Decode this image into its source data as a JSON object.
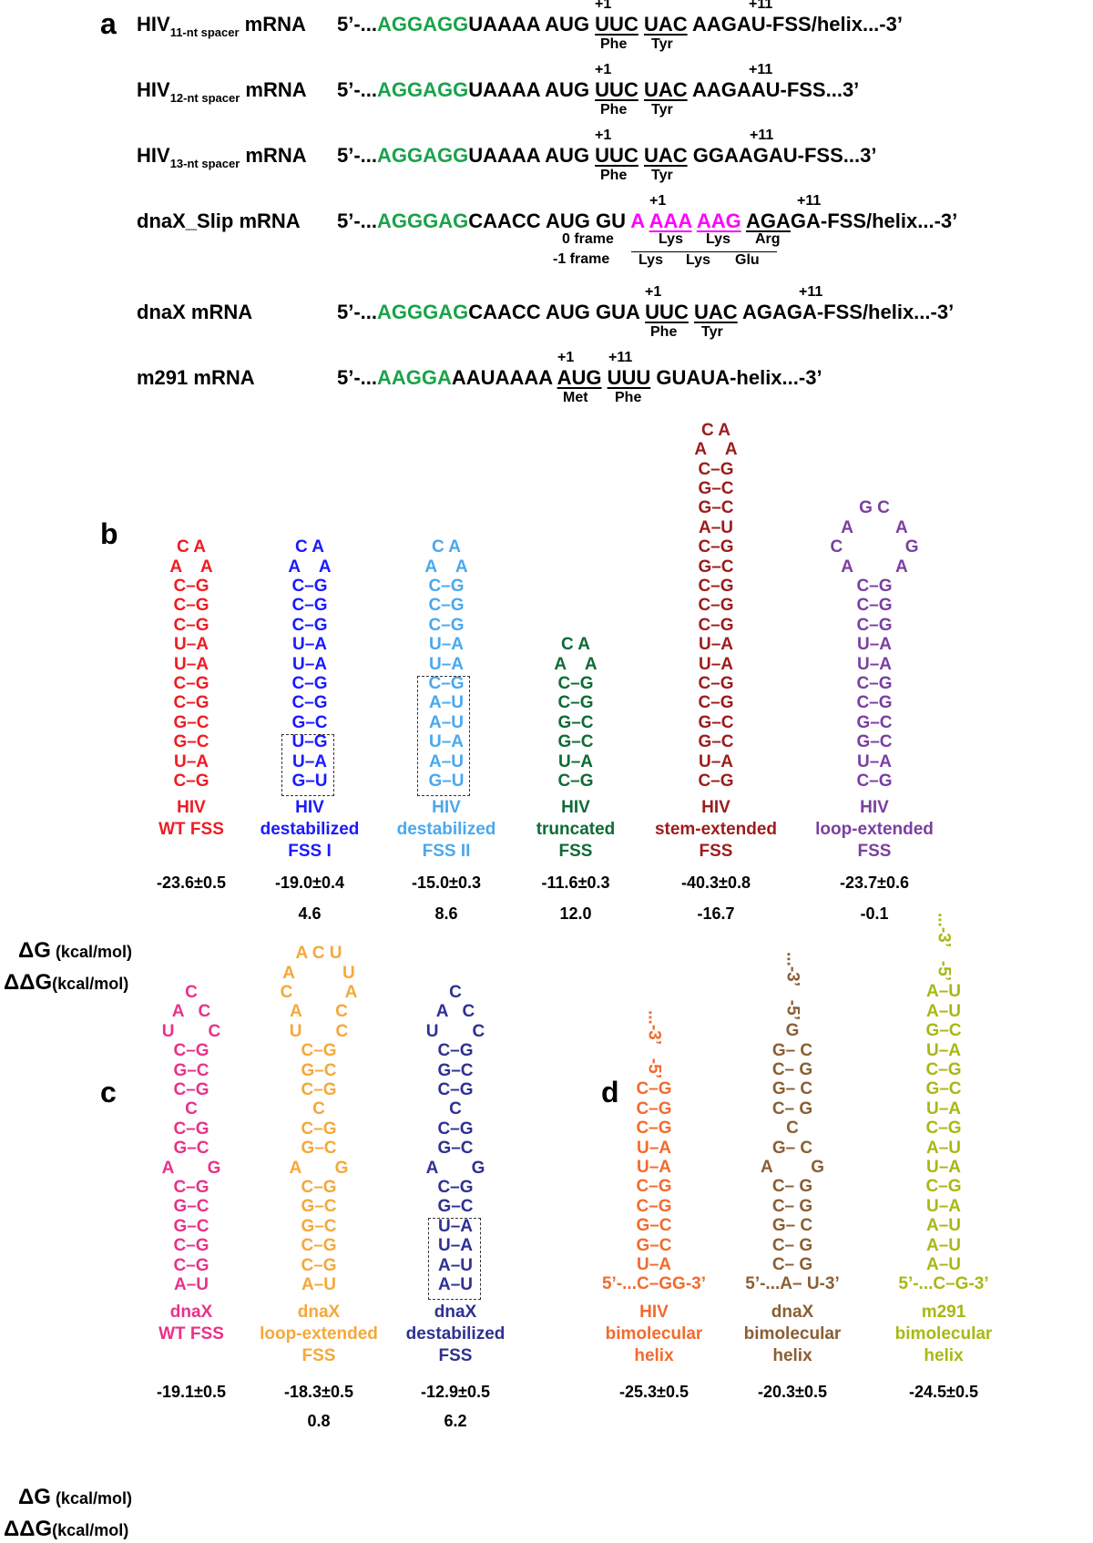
{
  "panel_a": {
    "label": "a",
    "rows": [
      {
        "name": "HIV",
        "sub": "11-nt spacer",
        "suffix": " mRNA",
        "sd": "AGGAGG",
        "spacer": "UAAAA AUG",
        "c1": "UUC",
        "c2": "UAC",
        "tail": "AAGAU-FSS/helix...-3’",
        "aa1": "Phe",
        "aa2": "Tyr",
        "p1": "+1",
        "p11": "+11"
      },
      {
        "name": "HIV",
        "sub": "12-nt spacer",
        "suffix": " mRNA",
        "sd": "AGGAGG",
        "spacer": "UAAAA AUG",
        "c1": "UUC",
        "c2": "UAC",
        "tail": "AAGAAU-FSS...3’",
        "aa1": "Phe",
        "aa2": "Tyr",
        "p1": "+1",
        "p11": "+11"
      },
      {
        "name": "HIV",
        "sub": "13-nt spacer",
        "suffix": " mRNA",
        "sd": "AGGAGG",
        "spacer": "UAAAA AUG",
        "c1": "UUC",
        "c2": "UAC",
        "tail": "GGAAGAU-FSS...3’",
        "aa1": "Phe",
        "aa2": "Tyr",
        "p1": "+1",
        "p11": "+11"
      },
      {
        "name": "dnaX_Slip",
        "suffix": " mRNA",
        "sd": "AGGGAG",
        "spacer": "CAACC AUG GU",
        "slip1": "A",
        "slip2": "AAA",
        "slip3": "AAG",
        "c3": "AGA",
        "tail": "GA-FSS/helix...-3’",
        "frame0": "0 frame",
        "frame1": "-1 frame",
        "aa0": [
          "Lys",
          "Lys",
          "Arg"
        ],
        "aa1m": [
          "Lys",
          "Lys",
          "Glu"
        ],
        "p1": "+1",
        "p11": "+11"
      },
      {
        "name": "dnaX",
        "suffix": " mRNA",
        "sd": "AGGGAG",
        "spacer": "CAACC AUG GUA",
        "c1": "UUC",
        "c2": "UAC",
        "tail": "AGAGA-FSS/helix...-3’",
        "aa1": "Phe",
        "aa2": "Tyr",
        "p1": "+1",
        "p11": "+11"
      },
      {
        "name": "m291",
        "suffix": " mRNA",
        "sd": "AAGGA",
        "spacer": "AAUAAAA",
        "c1": "AUG",
        "c2": "UUU",
        "tail": "GUAUA-helix...-3’",
        "aa1": "Met",
        "aa2": "Phe",
        "p1": "+1",
        "p11": "+11"
      }
    ],
    "prefix": "5’-...",
    "colors": {
      "sd": "#1aa34a",
      "slip": "#ff00ff"
    }
  },
  "panel_b": {
    "label": "b",
    "dG_label": "ΔG",
    "ddG_label": "ΔΔG",
    "unit": "(kcal/mol)",
    "structures": [
      {
        "color": "#ee1c24",
        "loop": [
          "C A",
          "A    A"
        ],
        "pairs": [
          "C–G",
          "C–G",
          "C–G",
          "U–A",
          "U–A",
          "C–G",
          "C–G",
          "G–C",
          "G–C",
          "U–A",
          "C–G"
        ],
        "caption": [
          "HIV",
          "WT FSS"
        ],
        "dG": "-23.6±0.5",
        "ddG": ""
      },
      {
        "color": "#1a1aff",
        "loop": [
          "C A",
          "A    A"
        ],
        "pairs": [
          "C–G",
          "C–G",
          "C–G",
          "U–A",
          "U–A",
          "C–G",
          "C–G",
          "G–C",
          "U–G",
          "U–A",
          "G–U"
        ],
        "caption": [
          "HIV",
          "destabilized",
          "FSS I"
        ],
        "dG": "-19.0±0.4",
        "ddG": "4.6"
      },
      {
        "color": "#4aa8ee",
        "loop": [
          "C A",
          "A    A"
        ],
        "pairs": [
          "C–G",
          "C–G",
          "C–G",
          "U–A",
          "U–A",
          "C–G",
          "A–U",
          "A–U",
          "U–A",
          "A–U",
          "G–U"
        ],
        "caption": [
          "HIV",
          "destabilized",
          "FSS II"
        ],
        "dG": "-15.0±0.3",
        "ddG": "8.6"
      },
      {
        "color": "#0e6b36",
        "loop": [
          "C A",
          "A    A"
        ],
        "pairs": [
          "C–G",
          "C–G",
          "G–C",
          "G–C",
          "U–A",
          "C–G"
        ],
        "caption": [
          "HIV",
          "truncated",
          "FSS"
        ],
        "dG": "-11.6±0.3",
        "ddG": "12.0"
      },
      {
        "color": "#9c1c1c",
        "loop": [
          "C A",
          "A    A"
        ],
        "pairs": [
          "C–G",
          "G–C",
          "G–C",
          "A–U",
          "C–G",
          "G–C",
          "C–G",
          "C–G",
          "C–G",
          "U–A",
          "U–A",
          "C–G",
          "C–G",
          "G–C",
          "G–C",
          "U–A",
          "C–G"
        ],
        "caption": [
          "HIV",
          "stem-extended",
          "FSS"
        ],
        "dG": "-40.3±0.8",
        "ddG": "-16.7"
      },
      {
        "color": "#7b3fa0",
        "loop": [
          "G C",
          "A         A",
          "C             G",
          "A         A"
        ],
        "pairs": [
          "C–G",
          "C–G",
          "C–G",
          "U–A",
          "U–A",
          "C–G",
          "C–G",
          "G–C",
          "G–C",
          "U–A",
          "C–G"
        ],
        "caption": [
          "HIV",
          "loop-extended",
          "FSS"
        ],
        "dG": "-23.7±0.6",
        "ddG": "-0.1"
      }
    ]
  },
  "panel_c": {
    "label": "c",
    "dG_label": "ΔG",
    "ddG_label": "ΔΔG",
    "unit": "(kcal/mol)",
    "structures": [
      {
        "color": "#e8328a",
        "caption": [
          "dnaX",
          "WT FSS"
        ],
        "dG": "-19.1±0.5",
        "ddG": "",
        "lines": [
          "C",
          "A   C",
          "U       C",
          "C–G",
          "G–C",
          "C–G",
          "C",
          "C–G",
          "G–C",
          "A       G",
          "C–G",
          "G–C",
          "G–C",
          "C–G",
          "C–G",
          "A–U"
        ]
      },
      {
        "color": "#f5a83a",
        "caption": [
          "dnaX",
          "loop-extended",
          "FSS"
        ],
        "dG": "-18.3±0.5",
        "ddG": "0.8",
        "lines": [
          "A C U",
          "A          U",
          "C           A",
          "A       C",
          "U       C",
          "C–G",
          "G–C",
          "C–G",
          "C",
          "C–G",
          "G–C",
          "A       G",
          "C–G",
          "G–C",
          "G–C",
          "C–G",
          "C–G",
          "A–U"
        ]
      },
      {
        "color": "#2e3192",
        "caption": [
          "dnaX",
          "destabilized",
          "FSS"
        ],
        "dG": "-12.9±0.5",
        "ddG": "6.2",
        "lines": [
          "C",
          "A   C",
          "U       C",
          "C–G",
          "G–C",
          "C–G",
          "C",
          "C–G",
          "G–C",
          "A       G",
          "C–G",
          "G–C",
          "U–A",
          "U–A",
          "A–U",
          "A–U"
        ]
      }
    ]
  },
  "panel_d": {
    "label": "d",
    "structures": [
      {
        "color": "#f26b2e",
        "caption": [
          "HIV",
          "bimolecular",
          "helix"
        ],
        "dG": "-25.3±0.5",
        "top": "...-3’   -5’",
        "pairs": [
          "C–G",
          "C–G",
          "C–G",
          "U–A",
          "U–A",
          "C–G",
          "C–G",
          "G–C",
          "G–C",
          "U–A"
        ],
        "bottom": "5’-...C–GG-3’"
      },
      {
        "color": "#8b5e34",
        "caption": [
          "dnaX",
          "bimolecular",
          "helix"
        ],
        "dG": "-20.3±0.5",
        "top": "...-3’   -5’",
        "pairs": [
          "G",
          "G– C",
          "C– G",
          "G– C",
          "C– G",
          "C",
          "G– C",
          "A        G",
          "C– G",
          "C– G",
          "G– C",
          "C– G",
          "C– G"
        ],
        "bottom": "5’-...A– U-3’"
      },
      {
        "color": "#a8b814",
        "caption": [
          "m291",
          "bimolecular",
          "helix"
        ],
        "dG": "-24.5±0.5",
        "top": "...-3’   -5’",
        "pairs": [
          "A–U",
          "A–U",
          "G–C",
          "U–A",
          "C–G",
          "G–C",
          "U–A",
          "C–G",
          "A–U",
          "U–A",
          "C–G",
          "U–A",
          "A–U",
          "A–U",
          "A–U"
        ],
        "bottom": "5’-...C–G-3’"
      }
    ]
  }
}
